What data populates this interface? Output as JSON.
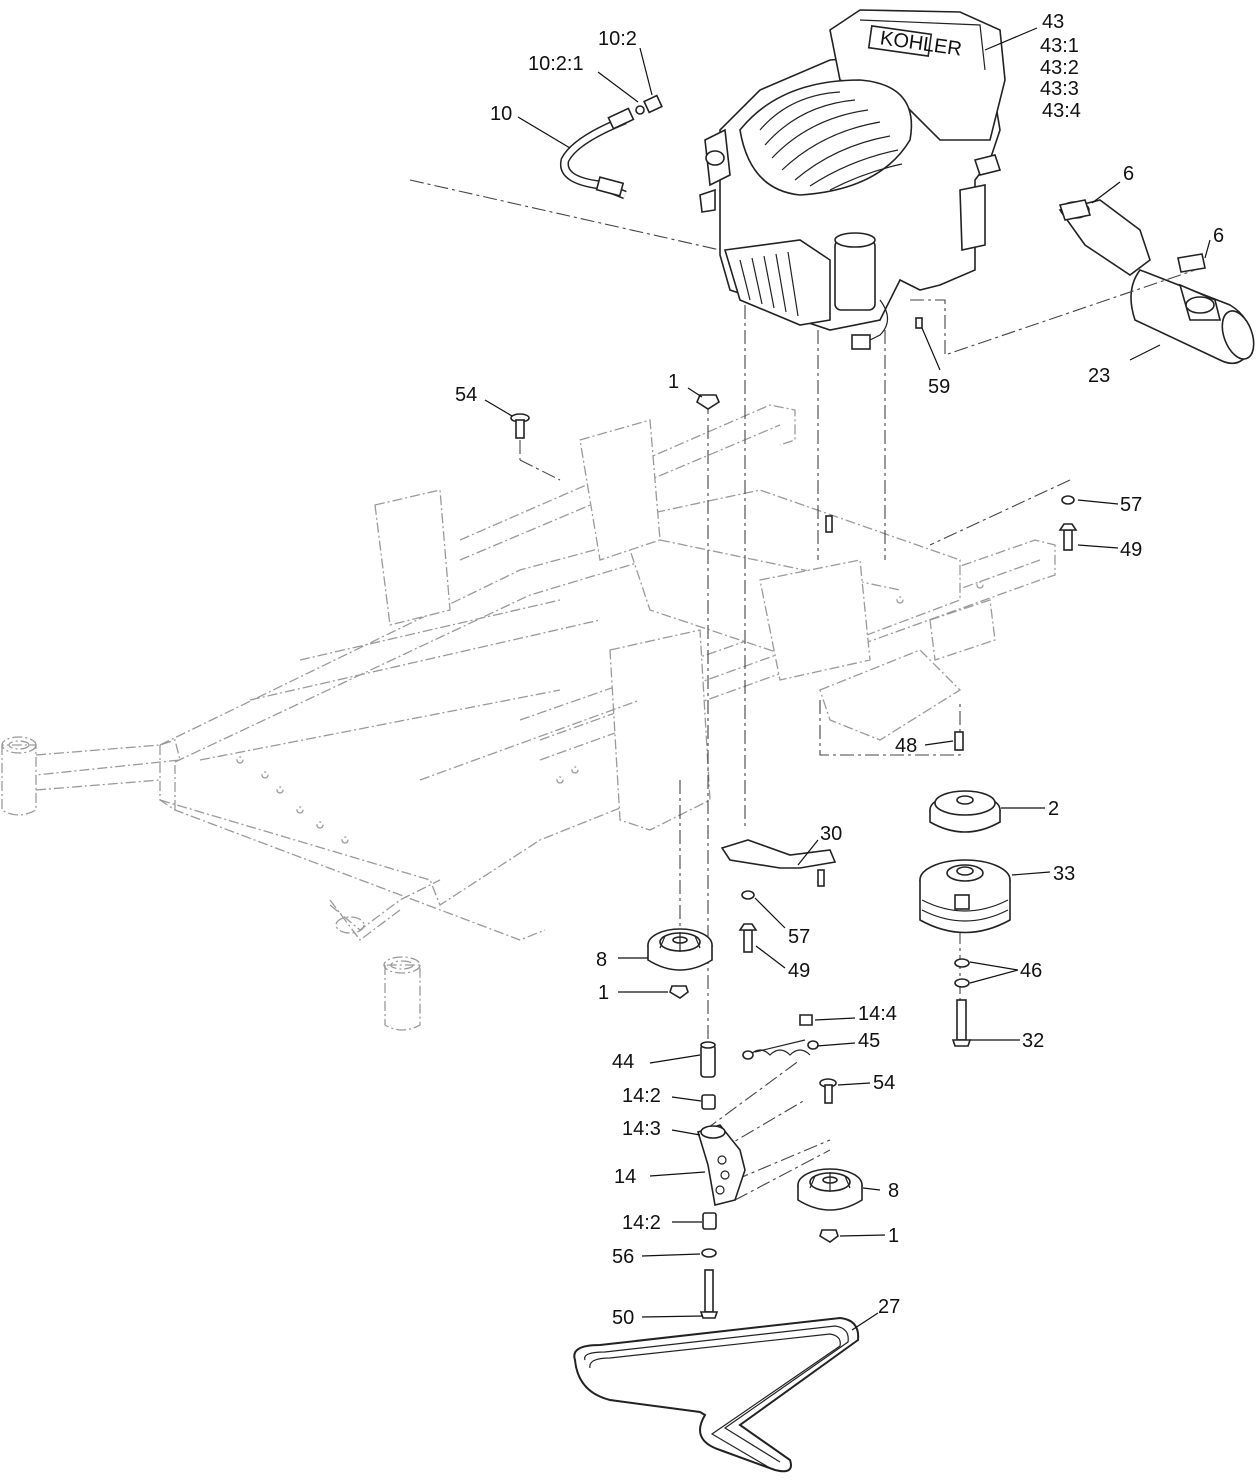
{
  "callouts": {
    "c43": "43",
    "c43_1": "43:1",
    "c43_2": "43:2",
    "c43_3": "43:3",
    "c43_4": "43:4",
    "c10_2": "10:2",
    "c10_2_1": "10:2:1",
    "c10": "10",
    "c6a": "6",
    "c6b": "6",
    "c23": "23",
    "c59": "59",
    "c1a": "1",
    "c54a": "54",
    "c57a": "57",
    "c49a": "49",
    "c48": "48",
    "c2": "2",
    "c30": "30",
    "c33": "33",
    "c57b": "57",
    "c49b": "49",
    "c8a": "8",
    "c1b": "1",
    "c46": "46",
    "c14_4": "14:4",
    "c45": "45",
    "c32": "32",
    "c44": "44",
    "c54b": "54",
    "c14_2a": "14:2",
    "c14_3": "14:3",
    "c14": "14",
    "c8b": "8",
    "c14_2b": "14:2",
    "c1c": "1",
    "c56": "56",
    "c50": "50",
    "c27": "27"
  },
  "engine_badge": "KOHLER"
}
